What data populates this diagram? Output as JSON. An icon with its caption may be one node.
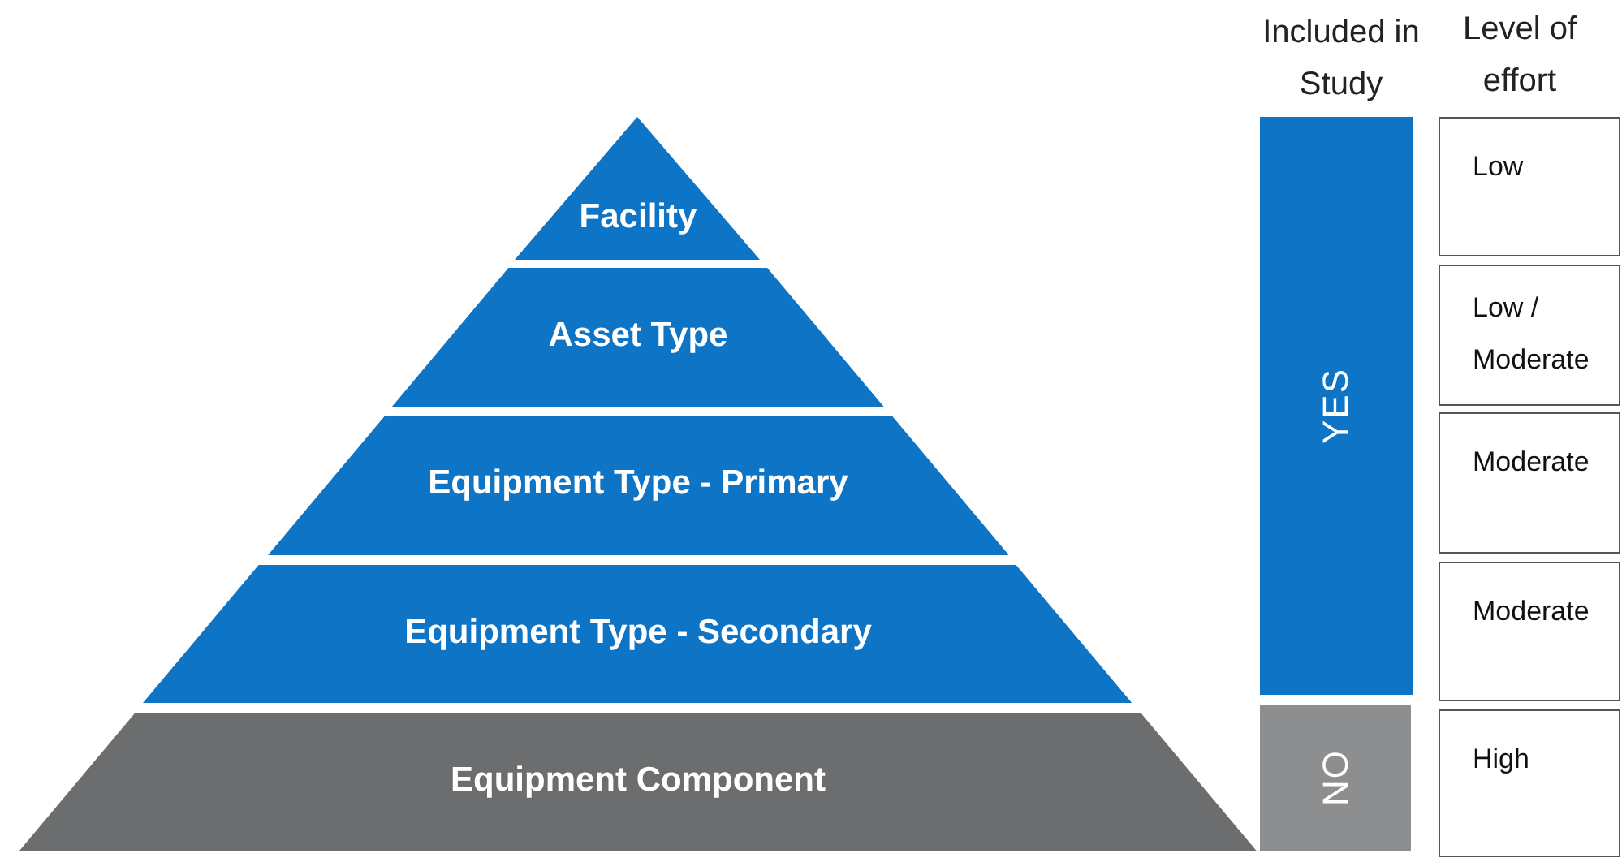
{
  "diagram": {
    "nodes": [
      {
        "text": [
          "Facility"
        ]
      },
      {
        "text": [
          "Asset Type"
        ]
      },
      {
        "text": [
          "Equipment Type - Primary"
        ]
      },
      {
        "text": [
          "Equipment Type - Secondary"
        ]
      },
      {
        "text": [
          "Equipment Component"
        ]
      },
      {
        "text": [
          "YES"
        ]
      },
      {
        "text": [
          "NO"
        ]
      },
      {
        "text": [
          "Low"
        ]
      },
      {
        "text": [
          "Low / Moderate"
        ]
      },
      {
        "text": [
          "Moderate"
        ]
      },
      {
        "text": [
          "Moderate"
        ]
      },
      {
        "text": [
          "High"
        ]
      }
    ],
    "labels": [
      "Included in Study",
      "Level of effort"
    ]
  }
}
